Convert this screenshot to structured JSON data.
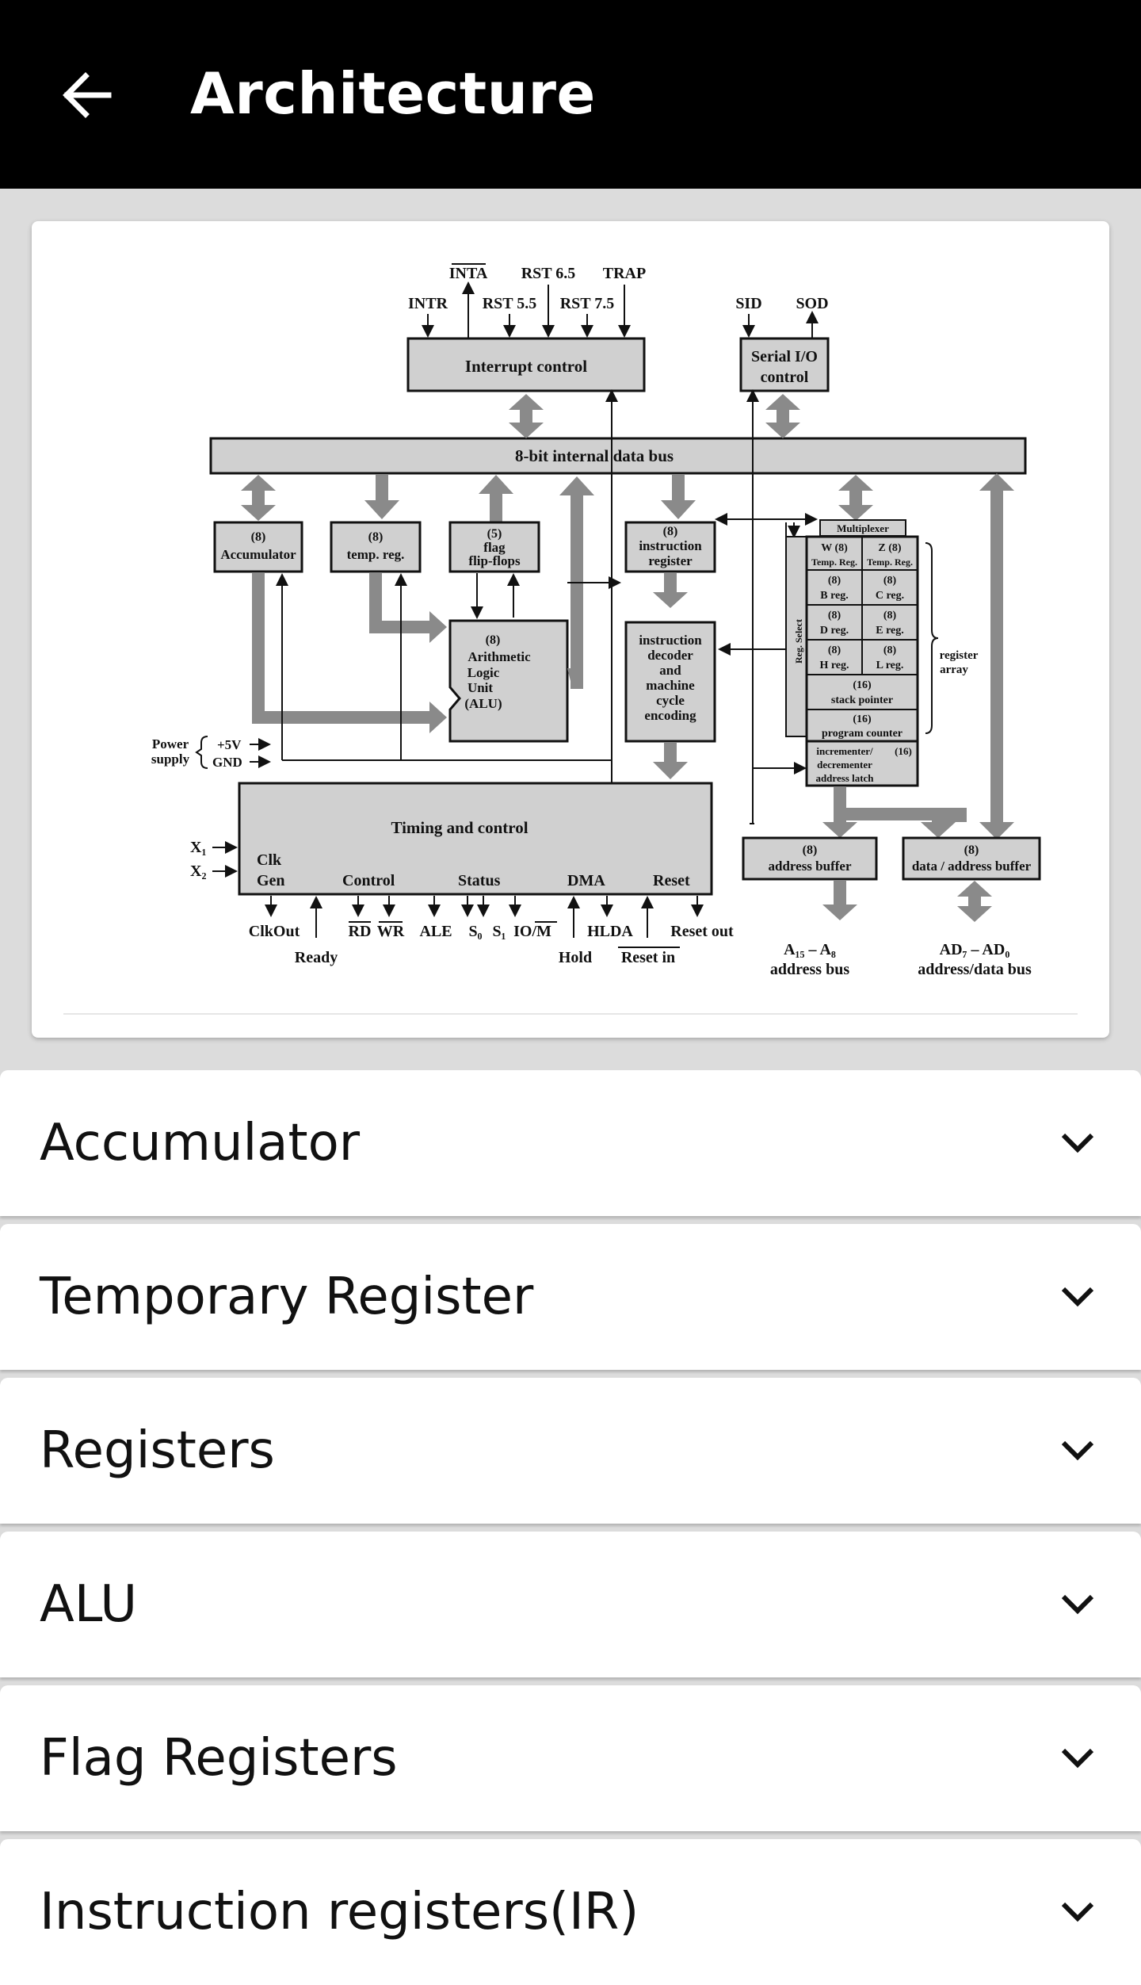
{
  "appbar": {
    "title": "Architecture",
    "back_icon": "arrow-left-icon"
  },
  "diagram": {
    "labels": {
      "inta": "INTA",
      "rst65": "RST 6.5",
      "trap": "TRAP",
      "intr": "INTR",
      "rst55": "RST 5.5",
      "rst75": "RST 7.5",
      "sid": "SID",
      "sod": "SOD",
      "interrupt_control": "Interrupt control",
      "serial_io_1": "Serial I/O",
      "serial_io_2": "control",
      "data_bus": "8-bit internal data bus",
      "acc_num": "(8)",
      "acc": "Accumulator",
      "temp_num": "(8)",
      "temp": "temp. reg.",
      "flag_num": "(5)",
      "flag1": "flag",
      "flag2": "flip-flops",
      "ir_num": "(8)",
      "ir1": "instruction",
      "ir2": "register",
      "alu_num": "(8)",
      "alu1": "Arithmetic",
      "alu2": "Logic",
      "alu3": "Unit",
      "alu4": "(ALU)",
      "dec1": "instruction",
      "dec2": "decoder",
      "dec3": "and",
      "dec4": "machine",
      "dec5": "cycle",
      "dec6": "encoding",
      "multiplexer": "Multiplexer",
      "w_reg": "W  (8)",
      "w_sub": "Temp. Reg.",
      "z_reg": "Z    (8)",
      "z_sub": "Temp. Reg.",
      "b_num": "(8)",
      "b_reg": "B reg.",
      "c_num": "(8)",
      "c_reg": "C reg.",
      "d_num": "(8)",
      "d_reg": "D reg.",
      "e_num": "(8)",
      "e_reg": "E reg.",
      "h_num": "(8)",
      "h_reg": "H reg.",
      "l_num": "(8)",
      "l_reg": "L reg.",
      "reg_select": "Reg. Select",
      "sp_num": "(16)",
      "sp": "stack pointer",
      "pc_num": "(16)",
      "pc": "program counter",
      "incdec1": "incrementer/",
      "incdec2": "decrementer",
      "incdec3": "address latch",
      "incdec_num": "(16)",
      "register_array1": "register",
      "register_array2": "array",
      "power1": "Power",
      "power2": "supply",
      "plus5v": "+5V",
      "gnd": "GND",
      "x1": "X₁",
      "x2": "X₂",
      "timing": "Timing and control",
      "clk": "Clk",
      "gen": "Gen",
      "control": "Control",
      "status": "Status",
      "dma": "DMA",
      "reset": "Reset",
      "clkout": "ClkOut",
      "ready": "Ready",
      "rd": "RD",
      "wr": "WR",
      "ale": "ALE",
      "s0": "S₀",
      "s1": "S₁",
      "iom": "IO/M",
      "hold": "Hold",
      "hlda": "HLDA",
      "reset_in": "Reset in",
      "reset_out": "Reset out",
      "ab_num": "(8)",
      "ab": "address buffer",
      "dab_num": "(8)",
      "dab": "data / address buffer",
      "ahi": "A₁₅ – A₈",
      "ahi2": "address bus",
      "adlo": "AD₇ – AD₀",
      "adlo2": "address/data bus"
    }
  },
  "sections": [
    {
      "label": "Accumulator",
      "icon": "chevron-down-icon"
    },
    {
      "label": "Temporary Register",
      "icon": "chevron-down-icon"
    },
    {
      "label": "Registers",
      "icon": "chevron-down-icon"
    },
    {
      "label": "ALU",
      "icon": "chevron-down-icon"
    },
    {
      "label": "Flag Registers",
      "icon": "chevron-down-icon"
    },
    {
      "label": "Instruction registers(IR)",
      "icon": "chevron-down-icon"
    }
  ]
}
